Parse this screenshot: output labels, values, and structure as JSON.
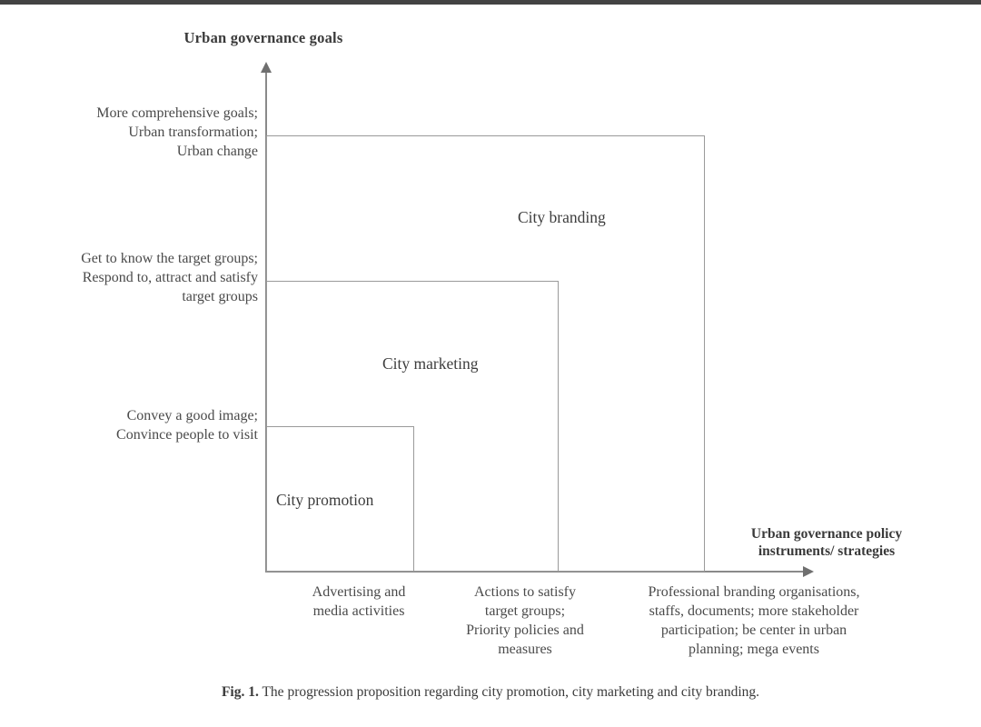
{
  "figure": {
    "y_axis_title": "Urban governance goals",
    "x_axis_title": "Urban governance policy instruments/ strategies",
    "x_axis_title_line1": "Urban governance policy",
    "x_axis_title_line2": "instruments/ strategies",
    "caption_tag": "Fig. 1.",
    "caption_text": "The progression proposition regarding city promotion, city marketing and city branding.",
    "colors": {
      "box_stroke": "#9a9a9a",
      "axis_stroke": "#8a8a8a",
      "text": "#3a3a3a",
      "top_strip": "#434343",
      "background": "#ffffff"
    }
  },
  "chart_data": {
    "type": "diagram",
    "title": "The progression proposition regarding city promotion, city marketing and city branding",
    "xlabel": "Urban governance policy instruments/ strategies",
    "ylabel": "Urban governance goals",
    "grid": false,
    "legend": "none",
    "boxes": [
      {
        "name": "City promotion",
        "label": "City promotion",
        "level": 1,
        "x_extent": [
          0,
          1
        ],
        "y_extent": [
          0,
          1
        ]
      },
      {
        "name": "City marketing",
        "label": "City marketing",
        "level": 2,
        "x_extent": [
          0,
          2
        ],
        "y_extent": [
          0,
          2
        ]
      },
      {
        "name": "City branding",
        "label": "City branding",
        "level": 3,
        "x_extent": [
          0,
          3
        ],
        "y_extent": [
          0,
          3
        ]
      }
    ],
    "y_tick_labels": [
      {
        "level": 3,
        "lines": [
          "More comprehensive goals;",
          "Urban transformation;",
          "Urban change"
        ]
      },
      {
        "level": 2,
        "lines": [
          "Get to know the target groups;",
          "Respond to, attract and satisfy",
          "target groups"
        ]
      },
      {
        "level": 1,
        "lines": [
          "Convey a good image;",
          "Convince people to visit"
        ]
      }
    ],
    "x_tick_labels": [
      {
        "level": 1,
        "lines": [
          "Advertising and",
          "media activities"
        ]
      },
      {
        "level": 2,
        "lines": [
          "Actions to satisfy",
          "target groups;",
          "Priority policies and",
          "measures"
        ]
      },
      {
        "level": 3,
        "lines": [
          "Professional branding organisations,",
          "staffs, documents; more stakeholder",
          "participation; be center in urban",
          "planning; mega events"
        ]
      }
    ]
  },
  "y_ticks": {
    "t0": {
      "l0": "More comprehensive goals;",
      "l1": "Urban transformation;",
      "l2": "Urban change"
    },
    "t1": {
      "l0": "Get to know the target groups;",
      "l1": "Respond to, attract and satisfy",
      "l2": "target groups"
    },
    "t2": {
      "l0": "Convey a good image;",
      "l1": "Convince people to visit"
    }
  },
  "x_ticks": {
    "t0": {
      "l0": "Advertising and",
      "l1": "media activities"
    },
    "t1": {
      "l0": "Actions to satisfy",
      "l1": "target groups;",
      "l2": "Priority policies and",
      "l3": "measures"
    },
    "t2": {
      "l0": "Professional branding organisations,",
      "l1": "staffs, documents; more stakeholder",
      "l2": "participation; be center in urban",
      "l3": "planning; mega events"
    }
  },
  "boxes": {
    "branding": "City branding",
    "marketing": "City marketing",
    "promotion": "City promotion"
  }
}
